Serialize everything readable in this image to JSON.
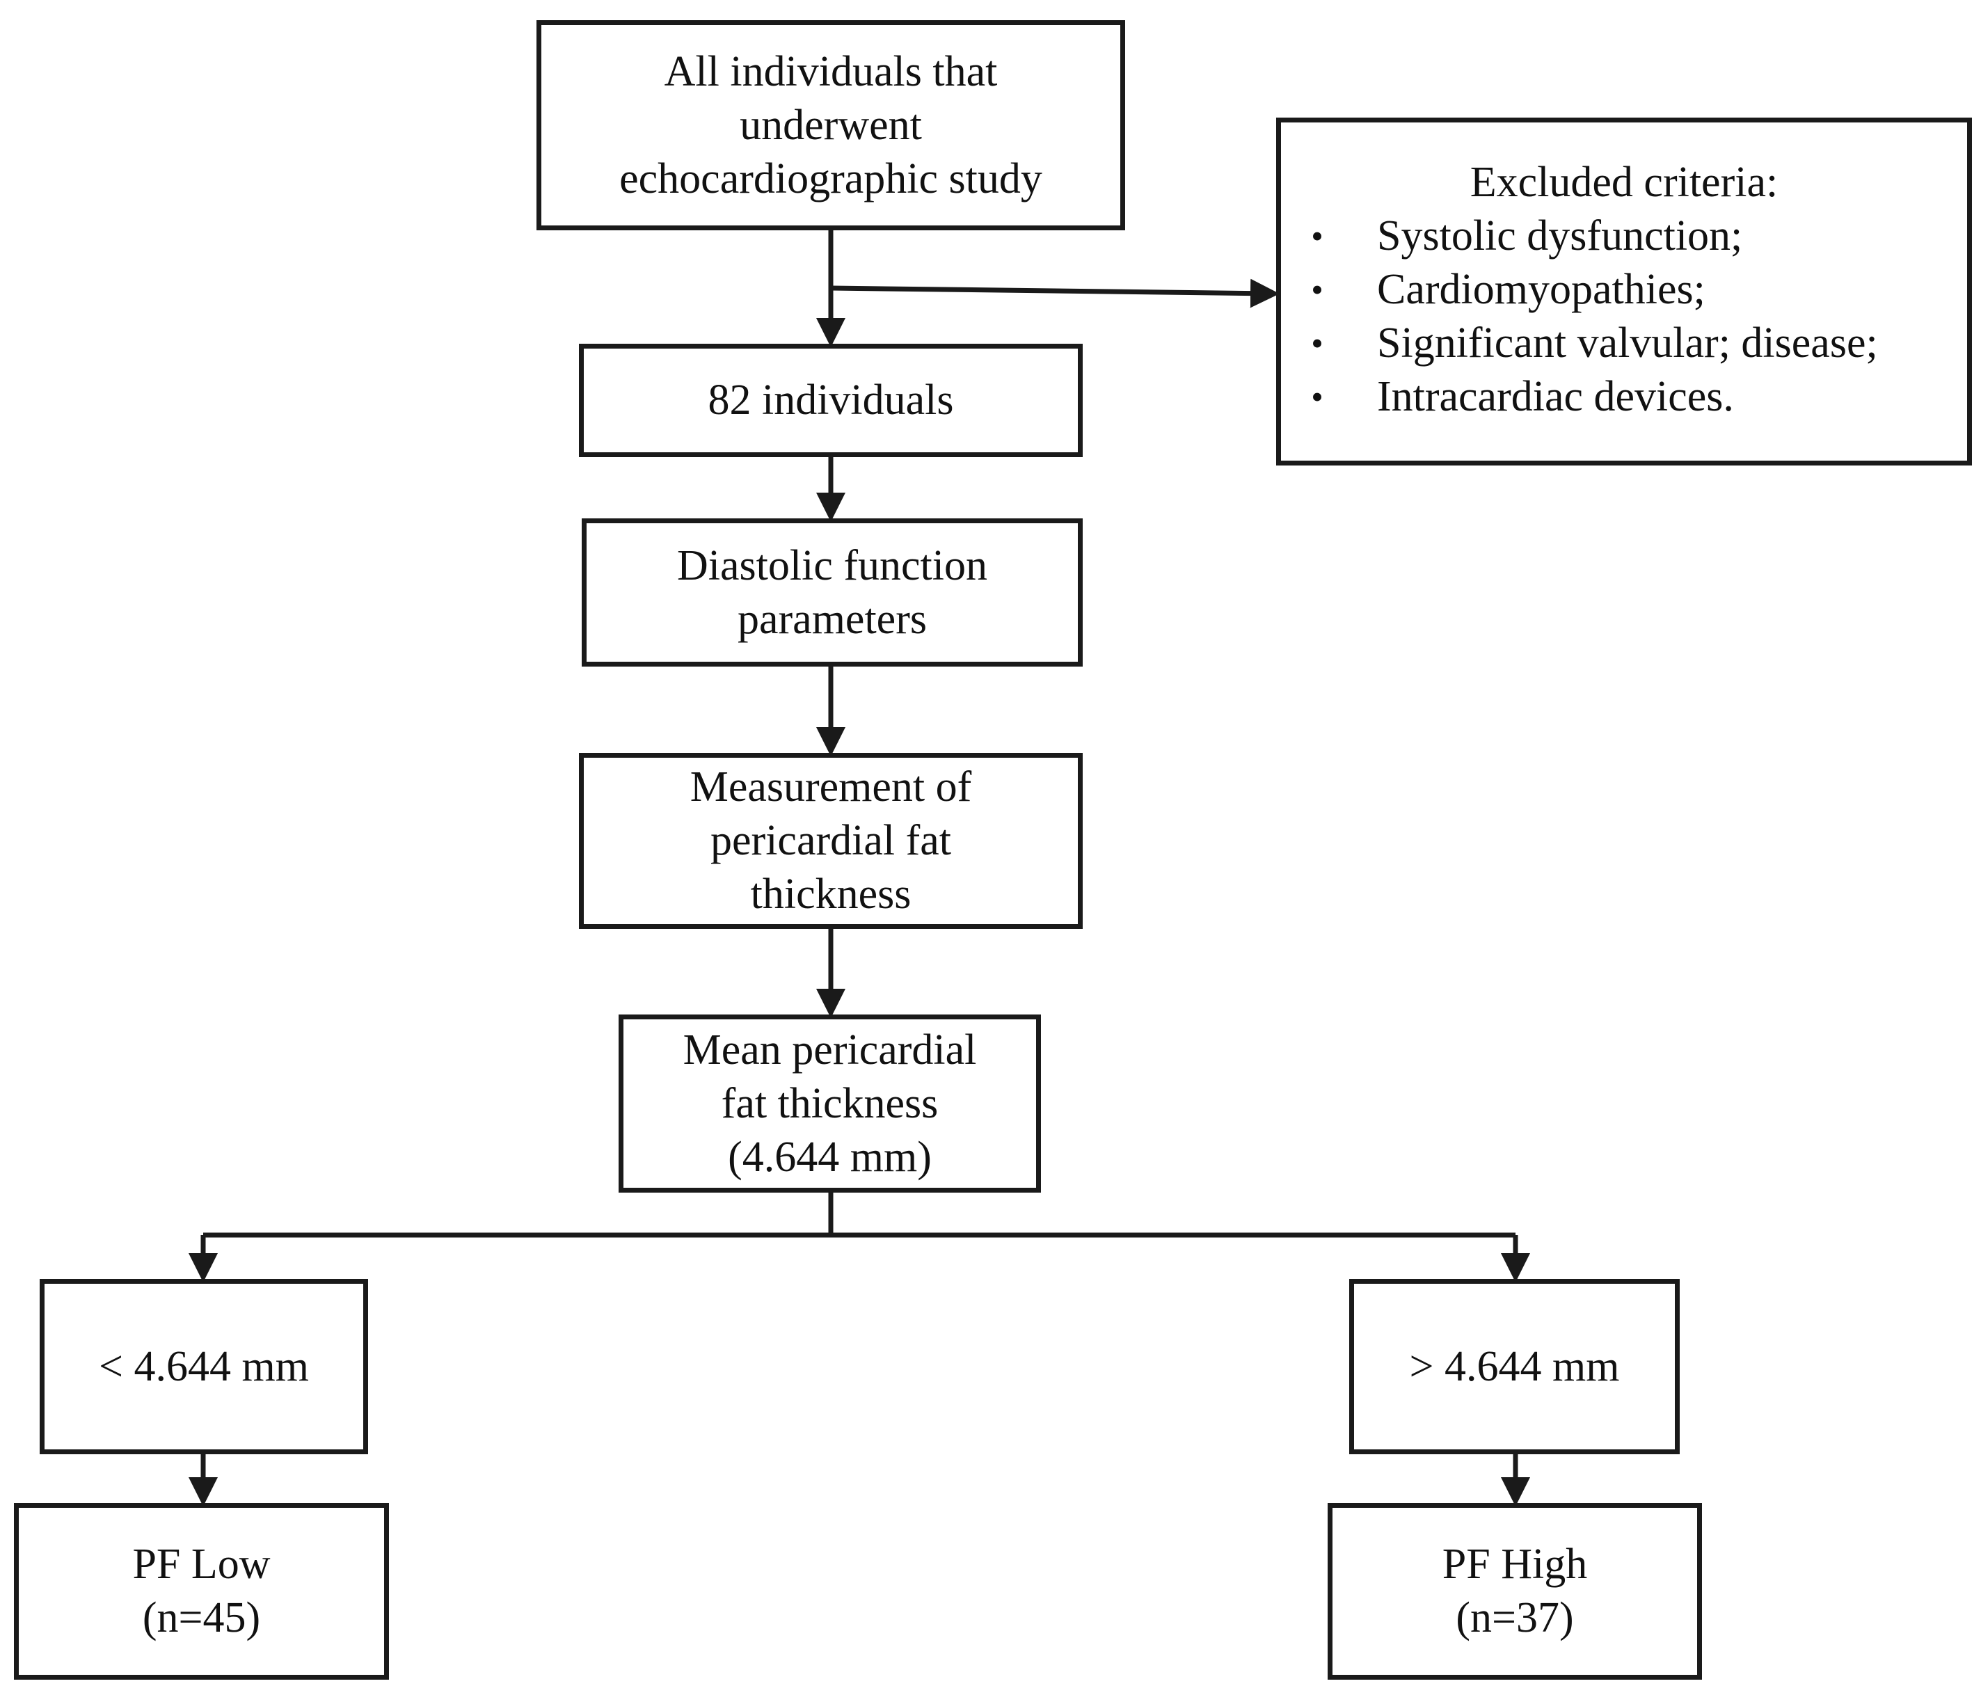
{
  "boxes": {
    "all_individuals": [
      "All individuals  that",
      "underwent",
      "echocardiographic study"
    ],
    "count": [
      "82 individuals"
    ],
    "diastolic": [
      "Diastolic function",
      "parameters"
    ],
    "measurement": [
      "Measurement of",
      "pericardial fat",
      "thickness"
    ],
    "mean": [
      "Mean pericardial",
      "fat thickness",
      "(4.644 mm)"
    ],
    "low_threshold": [
      "< 4.644 mm"
    ],
    "high_threshold": [
      "> 4.644 mm"
    ],
    "pf_low": [
      "PF Low",
      "(n=45)"
    ],
    "pf_high": [
      "PF High",
      "(n=37)"
    ]
  },
  "excluded": {
    "title": "Excluded criteria:",
    "bullet": "•",
    "items": [
      "Systolic dysfunction;",
      "Cardiomyopathies;",
      "Significant valvular; disease;",
      "Intracardiac devices."
    ]
  }
}
